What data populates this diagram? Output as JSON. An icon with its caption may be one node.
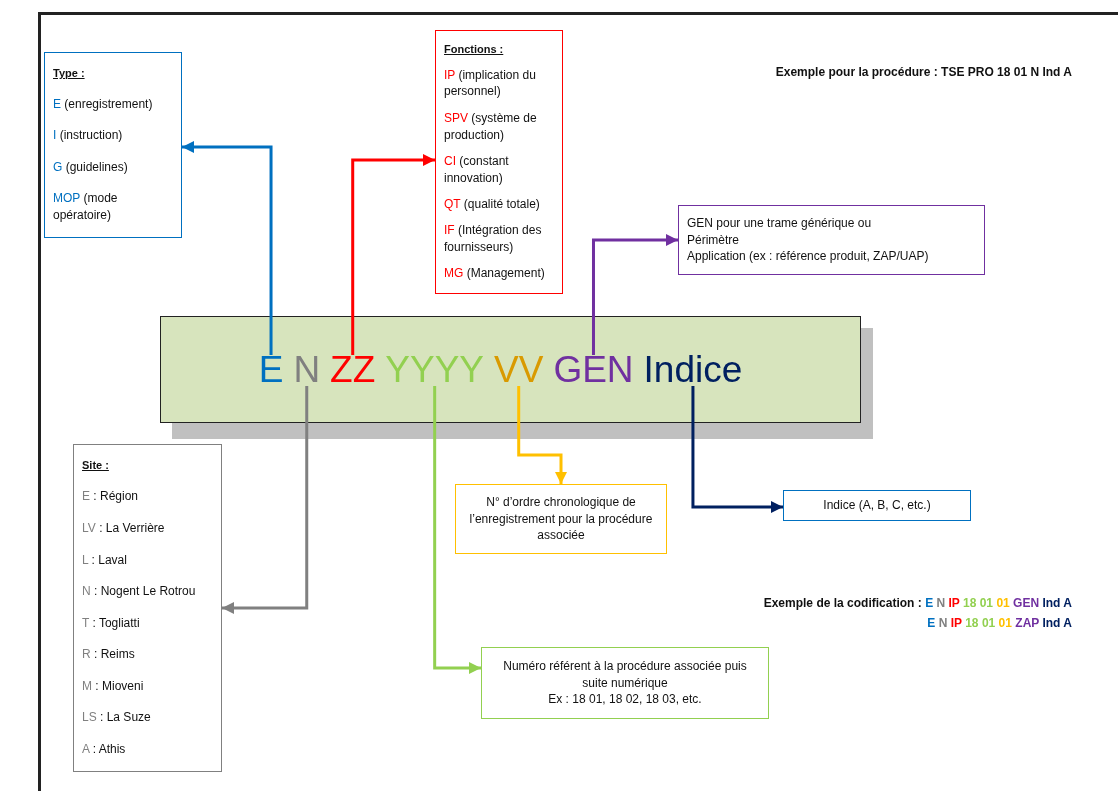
{
  "diagram": {
    "nodes": [
      {
        "text": [],
        "shape": "bar"
      },
      {
        "text": [
          "E"
        ],
        "in": 0
      },
      {
        "text": [
          "N"
        ],
        "in": 0
      },
      {
        "text": [
          "ZZ"
        ],
        "in": 0
      },
      {
        "text": [
          "YYYY"
        ],
        "in": 0
      },
      {
        "text": [
          "VV"
        ],
        "in": 0
      },
      {
        "text": [
          "GEN"
        ],
        "in": 0
      },
      {
        "text": [
          "Indice"
        ],
        "in": 0
      },
      {
        "text": [
          "Type :",
          "E (enregistrement)",
          "I (instruction)",
          "G (guidelines)",
          "MOP (mode opératoire)"
        ]
      },
      {
        "text": [
          "Fonctions :",
          "IP (implication du personnel)",
          "SPV (système de production)",
          "CI (constant innovation)",
          "QT (qualité totale)",
          "IF (Intégration des fournisseurs)",
          "MG (Management)"
        ]
      },
      {
        "text": [
          "GEN pour une trame générique ou",
          "Périmètre",
          "Application (ex : référence produit, ZAP/UAP)"
        ]
      },
      {
        "text": [
          "Site :",
          "E : Région",
          "LV : La Verrière",
          "L : Laval",
          "N : Nogent Le Rotrou",
          "T : Togliatti",
          "R : Reims",
          "M : Mioveni",
          "LS : La Suze",
          "A : Athis"
        ]
      },
      {
        "text": [
          "N° d’ordre chronologique de l’enregistrement pour la procédure associée"
        ]
      },
      {
        "text": [
          "Indice (A, B, C, etc.)"
        ]
      },
      {
        "text": [
          "Numéro référent à la procédure associée puis suite numérique",
          "Ex : 18 01, 18 02, 18 03, etc."
        ]
      }
    ],
    "edges": [
      {
        "from": 1,
        "to": 8,
        "arrow": "to",
        "color": "#0070c0"
      },
      {
        "from": 3,
        "to": 9,
        "arrow": "to",
        "color": "#ff0000"
      },
      {
        "from": 6,
        "to": 10,
        "arrow": "to",
        "color": "#7030a0"
      },
      {
        "from": 2,
        "to": 11,
        "arrow": "to",
        "color": "#808080"
      },
      {
        "from": 5,
        "to": 12,
        "arrow": "to",
        "color": "#ffc000"
      },
      {
        "from": 7,
        "to": 13,
        "arrow": "to",
        "color": "#002060"
      },
      {
        "from": 4,
        "to": 14,
        "arrow": "to",
        "color": "#92d050"
      }
    ],
    "labels": [
      "Exemple pour la procédure : TSE PRO 18 01 N Ind A",
      "Exemple de la codification : E N IP 18 01 01 GEN Ind A",
      "E N IP 18 01 01 ZAP Ind A"
    ]
  }
}
